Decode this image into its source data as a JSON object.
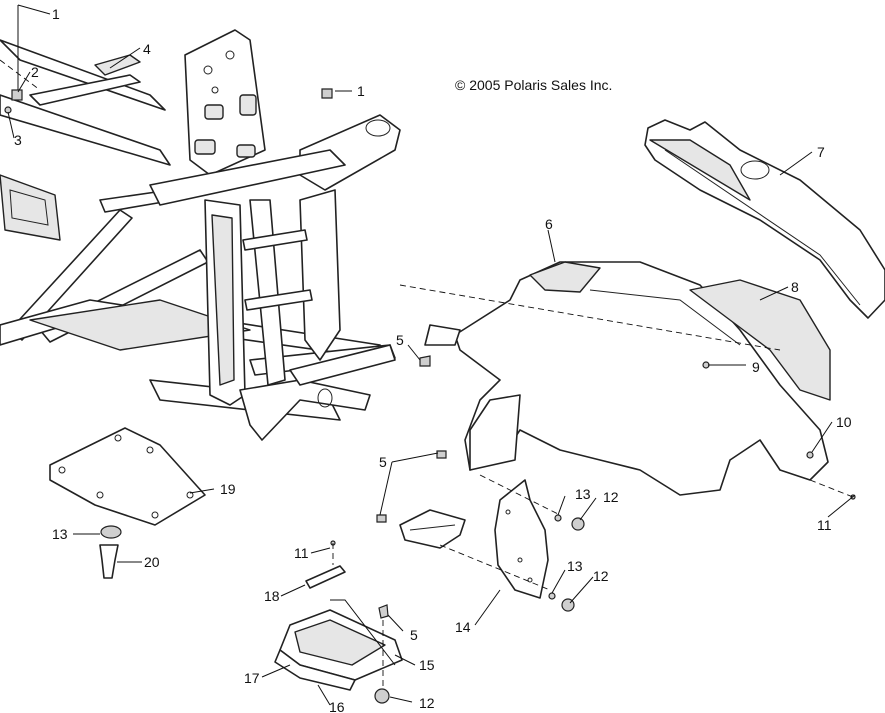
{
  "copyright": "© 2005 Polaris Sales Inc.",
  "callouts": {
    "c1_top": "1",
    "c1_right": "1",
    "c2": "2",
    "c3": "3",
    "c4": "4",
    "c5_left": "5",
    "c5_mid": "5",
    "c5_bottom": "5",
    "c6": "6",
    "c7": "7",
    "c8": "8",
    "c9": "9",
    "c10": "10",
    "c11_right": "11",
    "c11_left": "11",
    "c12_upper": "12",
    "c12_mid": "12",
    "c12_bottom": "12",
    "c13_upper": "13",
    "c13_mid": "13",
    "c13_left": "13",
    "c14": "14",
    "c15": "15",
    "c16": "16",
    "c17": "17",
    "c18": "18",
    "c19": "19",
    "c20": "20"
  }
}
